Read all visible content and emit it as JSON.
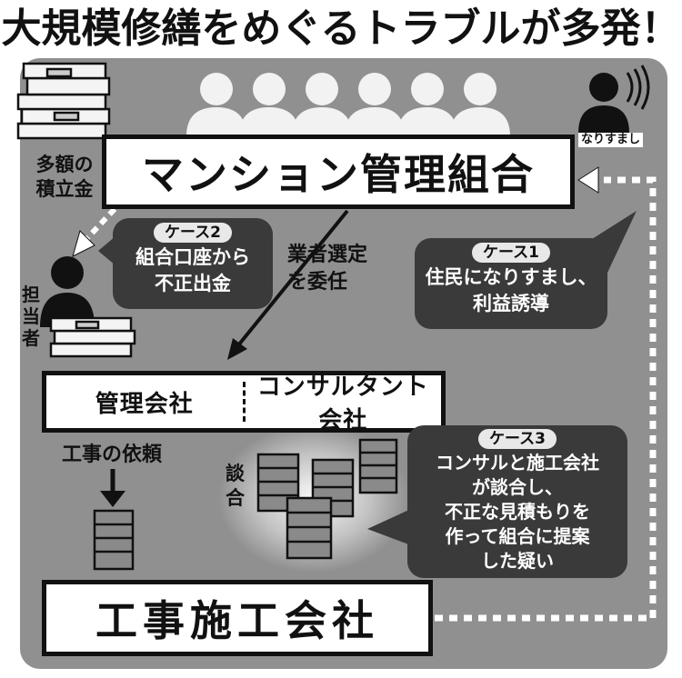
{
  "title": "大規模修繕をめぐるトラブルが多発！",
  "nodes": {
    "union": "マンション管理組合",
    "management": "管理会社",
    "consultant": "コンサルタント会社",
    "construction": "工事施工会社"
  },
  "labels": {
    "savings_line1": "多額の",
    "savings_line2": "積立金",
    "tanto": "担当者",
    "narisumashi": "なりすまし",
    "select_line1": "業者選定",
    "select_line2": "を委任",
    "request": "工事の依頼",
    "dango": "談合"
  },
  "cases": {
    "case1": {
      "badge": "ケース1",
      "lines": [
        "住民になりすまし、",
        "利益誘導"
      ]
    },
    "case2": {
      "badge": "ケース2",
      "lines": [
        "組合口座から",
        "不正出金"
      ]
    },
    "case3": {
      "badge": "ケース3",
      "lines": [
        "コンサルと施工会社",
        "が談合し、",
        "不正な見積もりを",
        "作って組合に提案",
        "した疑い"
      ]
    }
  },
  "colors": {
    "panel": "#909090",
    "bubble": "#3a3a3a",
    "box_fill": "#ffffff",
    "ink": "#111111"
  }
}
